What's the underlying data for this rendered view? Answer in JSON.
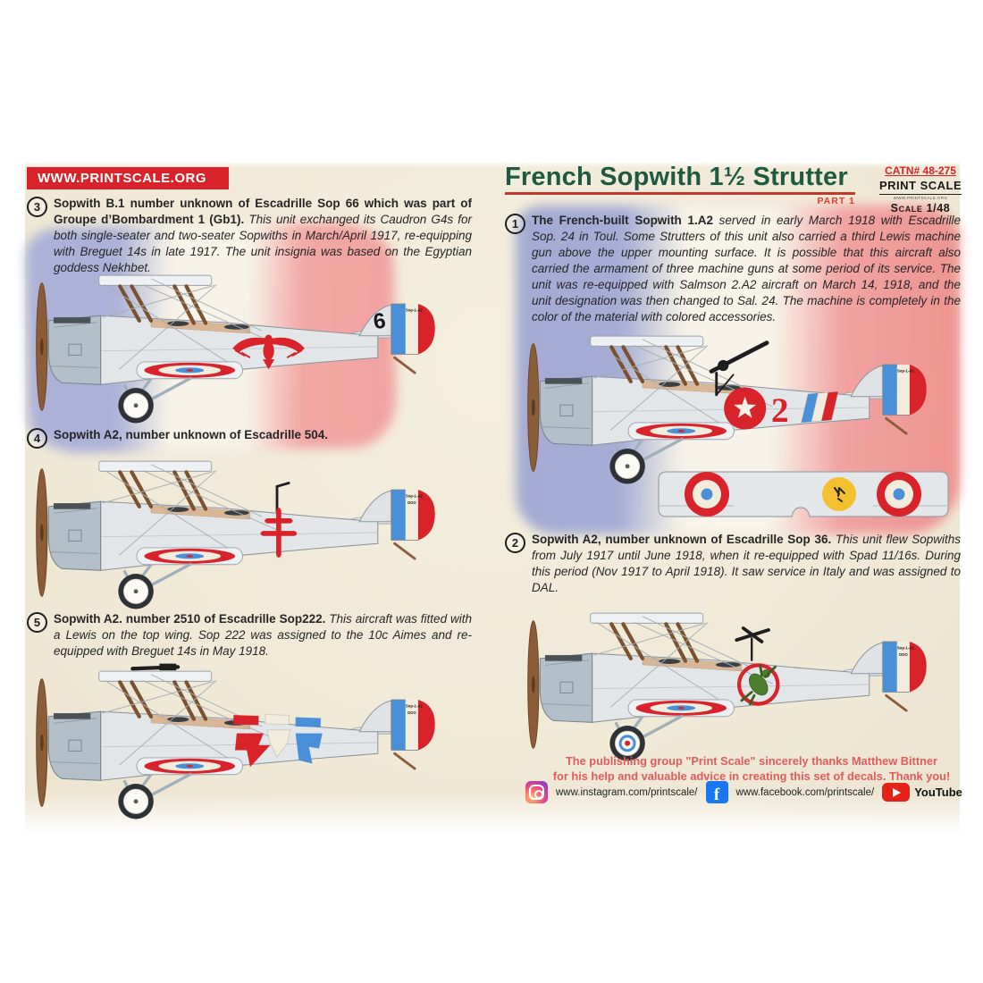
{
  "banner": {
    "text": "WWW.PRINTSCALE.ORG"
  },
  "header": {
    "title": "French Sopwith 1½ Strutter",
    "part": "Part 1",
    "cat_no": "CATN# 48-275",
    "brand": "PRINT SCALE",
    "brand_url": "WWW.PRINTSCALE.ORG",
    "scale": "Scale 1/48"
  },
  "left_items": [
    {
      "num": "3",
      "bold": "Sopwith B.1 number unknown of Escadrille Sop 66 which was part of Groupe d’Bombardment 1 (Gb1).",
      "italic": "This unit exchanged its Caudron G4s for both single-seater and two-seater Sopwiths in March/April 1917, re-equipping  with Breguet 14s in late 1917. The unit insignia was based on the Egyptian goddess Nekhbet."
    },
    {
      "num": "4",
      "bold": "Sopwith A2, number unknown of Escadrille 504.",
      "italic": ""
    },
    {
      "num": "5",
      "bold": "Sopwith A2. number 2510 of Escadrille Sop222.",
      "italic": "This aircraft was fitted with a Lewis on the top wing. Sop 222 was assigned to the 10c Aimes and re-equipped with Breguet 14s in May 1918."
    }
  ],
  "right_items": [
    {
      "num": "1",
      "bold": "The French-built Sopwith 1.A2",
      "italic": "served in early March 1918 with Escadrille Sop. 24 in Toul. Some Strutters of this unit also carried a third Lewis machine gun above the upper mounting surface. It is possible that this aircraft also carried the armament of three machine guns at some period of its service. The unit was re-equipped with Salmson 2.A2 aircraft on March 14, 1918, and the unit designation was then changed to Sal. 24. The machine is completely in the color of the material with colored accessories."
    },
    {
      "num": "2",
      "bold": "Sopwith A2, number unknown of Escadrille Sop 36.",
      "italic": "This unit flew Sopwiths from July 1917 until June 1918, when it re-equipped with Spad 11/16s. During this period (Nov 1917 to April 1918). It saw service in Italy and was assigned to DAL."
    }
  ],
  "aircraft_markings": {
    "tail_code": "Sop-1-A2",
    "tail_code_line2": "OOO",
    "plane1_fuselage_number": "2",
    "plane3_fin_number": "6",
    "plane5_serial": "2510"
  },
  "footer": {
    "thanks_line1": "The publishing group \"Print Scale\" sincerely thanks Matthew Bittner",
    "thanks_line2": "for his help and valuable advice in creating this set of decals. Thank you!",
    "instagram_url": "www.instagram.com/printscale/",
    "facebook_url": "www.facebook.com/printscale/",
    "youtube_label": "YouTube",
    "icons": [
      "instagram-icon",
      "facebook-icon",
      "youtube-icon"
    ]
  },
  "colors": {
    "banner_red": "#d8232a",
    "title_green": "#1d5a41",
    "part_red": "#e23b2e",
    "thanks_red": "#e05c5c",
    "flag_blue": "#a9b0d8",
    "flag_pink": "#f3a5a2",
    "paper_cream": "#f1ebda",
    "roundel_red": "#d8232a",
    "roundel_blue": "#4a90d9",
    "wing_yellow": "#f5c02f",
    "frog_green": "#4e7d2e",
    "strut_brown": "#7a5230",
    "prop_brown": "#8a5c38"
  }
}
